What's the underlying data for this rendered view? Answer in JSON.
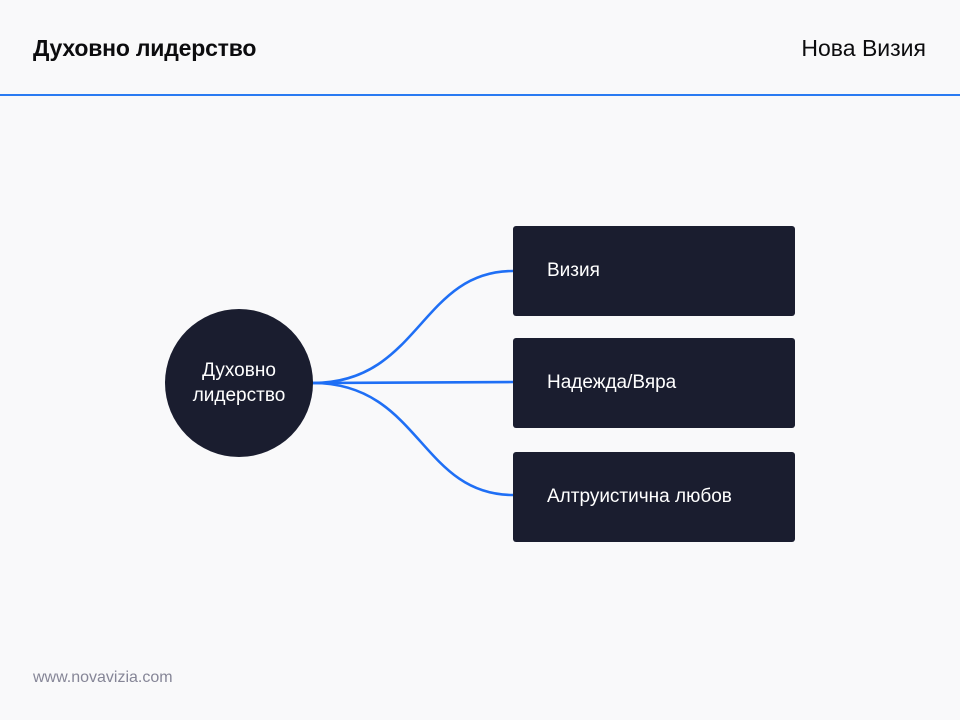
{
  "header": {
    "title": "Духовно лидерство",
    "brand": "Нова Визия"
  },
  "diagram": {
    "hub": {
      "line1": "Духовно",
      "line2": "лидерство"
    },
    "nodes": [
      {
        "label": "Визия"
      },
      {
        "label": "Надежда/Вяра"
      },
      {
        "label": "Алтруистична любов"
      }
    ]
  },
  "footer": {
    "url": "www.novavizia.com"
  },
  "colors": {
    "accent": "#2a7bf2",
    "connector": "#1f6ff5",
    "node_fill": "#1a1d2f",
    "background": "#f9f9fa"
  }
}
